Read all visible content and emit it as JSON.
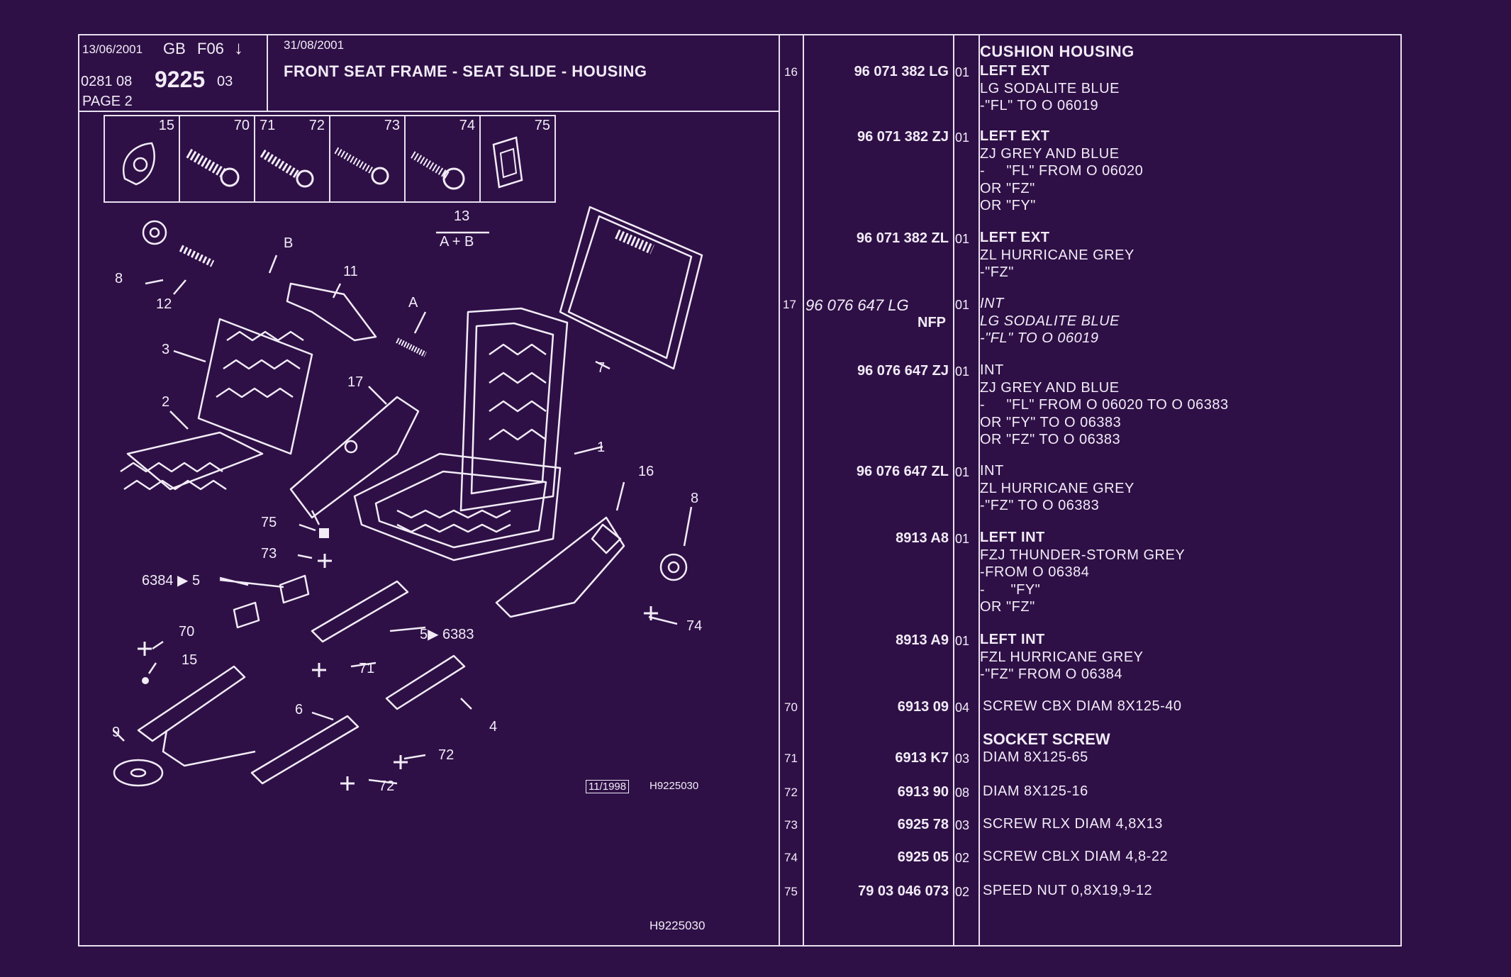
{
  "header": {
    "date1": "13/06/2001",
    "lang": "GB",
    "code": "F06",
    "arrow": "↓",
    "ref_prefix": "0281 08",
    "ref_main": "9225",
    "ref_suffix": "03",
    "page": "PAGE 2",
    "date2": "31/08/2001",
    "title": "FRONT SEAT FRAME - SEAT SLIDE - HOUSING"
  },
  "thumbnails": [
    "15",
    "70",
    "71",
    "72",
    "73",
    "74",
    "75"
  ],
  "diagram": {
    "callouts": [
      "8",
      "12",
      "B",
      "11",
      "13",
      "A + B",
      "A",
      "3",
      "2",
      "17",
      "7",
      "1",
      "16",
      "8",
      "75",
      "73",
      "6384 ▶ 5",
      "5▶ 6383",
      "74",
      "70",
      "15",
      "71",
      "9",
      "6",
      "4",
      "72",
      "72"
    ],
    "stamp": "11/1998",
    "code_small": "H9225030",
    "code_bottom": "H9225030"
  },
  "parts": [
    {
      "item": "16",
      "ref": "96 071 382 LG",
      "nfp": "",
      "qty": "01",
      "italic": false,
      "title": "CUSHION HOUSING",
      "lines": [
        "LEFT EXT",
        "LG SODALITE BLUE",
        "-\"FL\" TO O 06019"
      ]
    },
    {
      "item": "",
      "ref": "96 071 382 ZJ",
      "nfp": "",
      "qty": "01",
      "italic": false,
      "title": "",
      "lines": [
        "LEFT EXT",
        "ZJ GREY AND BLUE",
        "-     \"FL\" FROM O 06020",
        "OR \"FZ\"",
        "OR \"FY\""
      ]
    },
    {
      "item": "",
      "ref": "96 071 382 ZL",
      "nfp": "",
      "qty": "01",
      "italic": false,
      "title": "",
      "lines": [
        "LEFT EXT",
        "ZL HURRICANE GREY",
        "-\"FZ\""
      ]
    },
    {
      "item": "17",
      "ref": "96 076 647 LG",
      "nfp": "NFP",
      "qty": "01",
      "italic": true,
      "title": "",
      "lines": [
        "INT",
        "LG SODALITE BLUE",
        "-\"FL\" TO O 06019"
      ]
    },
    {
      "item": "",
      "ref": "96 076 647 ZJ",
      "nfp": "",
      "qty": "01",
      "italic": false,
      "title": "",
      "lines": [
        "INT",
        "ZJ GREY AND BLUE",
        "-     \"FL\" FROM O 06020 TO O 06383",
        "OR \"FY\" TO O 06383",
        "OR \"FZ\" TO O 06383"
      ]
    },
    {
      "item": "",
      "ref": "96 076 647 ZL",
      "nfp": "",
      "qty": "01",
      "italic": false,
      "title": "",
      "lines": [
        "INT",
        "ZL HURRICANE GREY",
        "-\"FZ\" TO O 06383"
      ]
    },
    {
      "item": "",
      "ref": "8913 A8",
      "nfp": "",
      "qty": "01",
      "italic": false,
      "title": "",
      "lines": [
        "LEFT INT",
        "FZJ THUNDER-STORM GREY",
        "-FROM O 06384",
        "-      \"FY\"",
        "OR \"FZ\""
      ]
    },
    {
      "item": "",
      "ref": "8913 A9",
      "nfp": "",
      "qty": "01",
      "italic": false,
      "title": "",
      "lines": [
        "LEFT INT",
        "FZL HURRICANE GREY",
        "-\"FZ\" FROM O 06384"
      ]
    },
    {
      "item": "70",
      "ref": "6913 09",
      "nfp": "",
      "qty": "04",
      "italic": false,
      "title": "",
      "lines": [
        "SCREW CBX DIAM 8X125-40"
      ]
    },
    {
      "item": "71",
      "ref": "6913 K7",
      "nfp": "",
      "qty": "03",
      "italic": false,
      "title": "SOCKET SCREW",
      "lines": [
        "DIAM 8X125-65"
      ]
    },
    {
      "item": "72",
      "ref": "6913 90",
      "nfp": "",
      "qty": "08",
      "italic": false,
      "title": "",
      "lines": [
        "DIAM 8X125-16"
      ]
    },
    {
      "item": "73",
      "ref": "6925 78",
      "nfp": "",
      "qty": "03",
      "italic": false,
      "title": "",
      "lines": [
        "SCREW RLX DIAM 4,8X13"
      ]
    },
    {
      "item": "74",
      "ref": "6925 05",
      "nfp": "",
      "qty": "02",
      "italic": false,
      "title": "",
      "lines": [
        "SCREW CBLX DIAM 4,8-22"
      ]
    },
    {
      "item": "75",
      "ref": "79 03 046 073",
      "nfp": "",
      "qty": "02",
      "italic": false,
      "title": "",
      "lines": [
        "SPEED NUT 0,8X19,9-12"
      ]
    }
  ]
}
